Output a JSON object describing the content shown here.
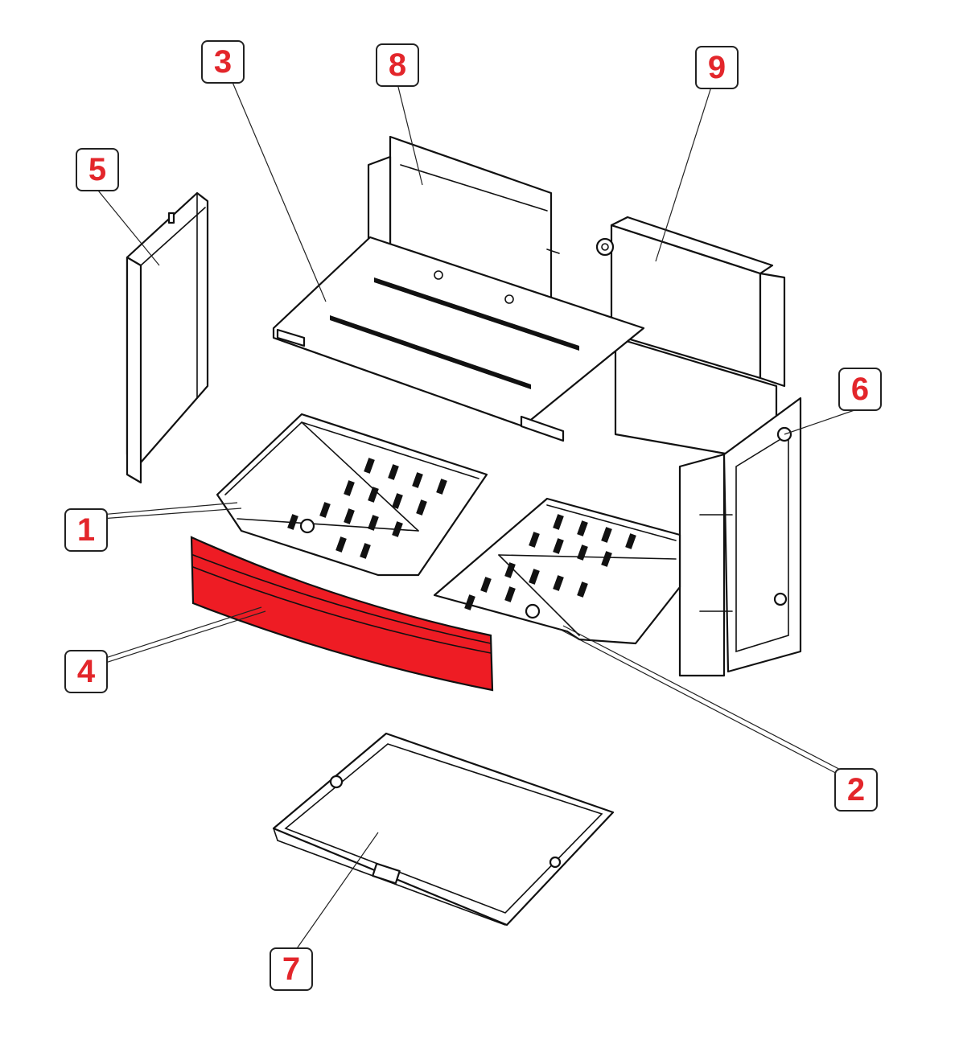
{
  "callouts": [
    {
      "id": "1",
      "label": "1"
    },
    {
      "id": "2",
      "label": "2"
    },
    {
      "id": "3",
      "label": "3"
    },
    {
      "id": "4",
      "label": "4"
    },
    {
      "id": "5",
      "label": "5"
    },
    {
      "id": "6",
      "label": "6"
    },
    {
      "id": "7",
      "label": "7"
    },
    {
      "id": "8",
      "label": "8"
    },
    {
      "id": "9",
      "label": "9"
    }
  ],
  "colors": {
    "label_text": "#e3262b",
    "highlight_fill": "#ee1c24",
    "line": "#111111",
    "background": "#ffffff"
  },
  "highlighted_part": "4"
}
